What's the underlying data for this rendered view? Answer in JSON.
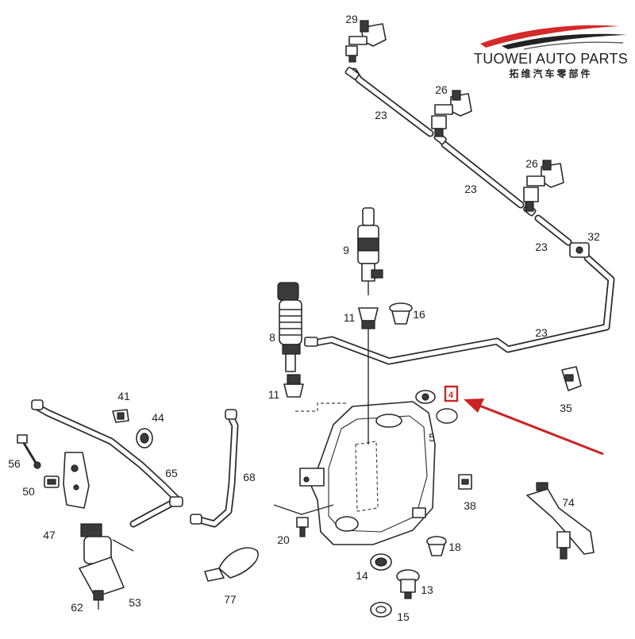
{
  "brand": {
    "name": "TUOWEI AUTO PARTS",
    "name_chinese": "拓维汽车零部件",
    "accent_color": "#d42a2a"
  },
  "diagram": {
    "highlight_color": "#cc2222",
    "callouts": {
      "p29": "29",
      "p26a": "26",
      "p26b": "26",
      "p23a": "23",
      "p23b": "23",
      "p23c": "23",
      "p23d": "23",
      "p32": "32",
      "p9": "9",
      "p8": "8",
      "p11a": "11",
      "p11b": "11",
      "p16": "16",
      "p35": "35",
      "p5": "5",
      "p41": "41",
      "p44": "44",
      "p56": "56",
      "p50": "50",
      "p47": "47",
      "p65": "65",
      "p68": "68",
      "p62": "62",
      "p53": "53",
      "p77": "77",
      "p20": "20",
      "p14": "14",
      "p13": "13",
      "p15": "15",
      "p38": "38",
      "p18": "18",
      "p74": "74"
    }
  }
}
